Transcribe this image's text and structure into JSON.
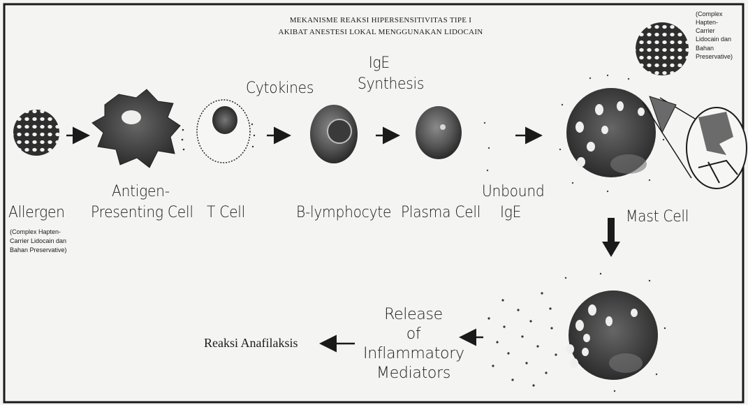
{
  "title": {
    "line1": "MEKANISME REAKSI HIPERSENSITIVITAS TIPE I",
    "line2": "AKIBAT ANESTESI LOKAL MENGGUNAKAN LIDOCAIN"
  },
  "labels": {
    "allergen": "Allergen",
    "allergen_note": [
      "(Complex Hapten-",
      "Carrier Lidocain dan",
      "Bahan Preservative)"
    ],
    "apc": [
      "Antigen-",
      "Presenting Cell"
    ],
    "t_cell": "T Cell",
    "cytokines": "Cytokines",
    "ige_synthesis": [
      "IgE",
      "Synthesis"
    ],
    "b_lymphocyte": "B-lymphocyte",
    "plasma_cell": "Plasma Cell",
    "unbound_ige": [
      "Unbound",
      "IgE"
    ],
    "mast_cell": "Mast Cell",
    "complex_note": [
      "(Complex",
      "Hapten-",
      "Carrier",
      "Lidocain dan",
      "Bahan",
      "Preservative)"
    ],
    "release": [
      "Release",
      "of",
      "Inflammatory",
      "Mediators"
    ],
    "anaphylaxis": "Reaksi Anafilaksis"
  },
  "colors": {
    "ink": "#1a1a1a",
    "background": "#f4f4f2",
    "cell_dark": "#3a3a3a",
    "cell_mid": "#6a6a6a"
  }
}
